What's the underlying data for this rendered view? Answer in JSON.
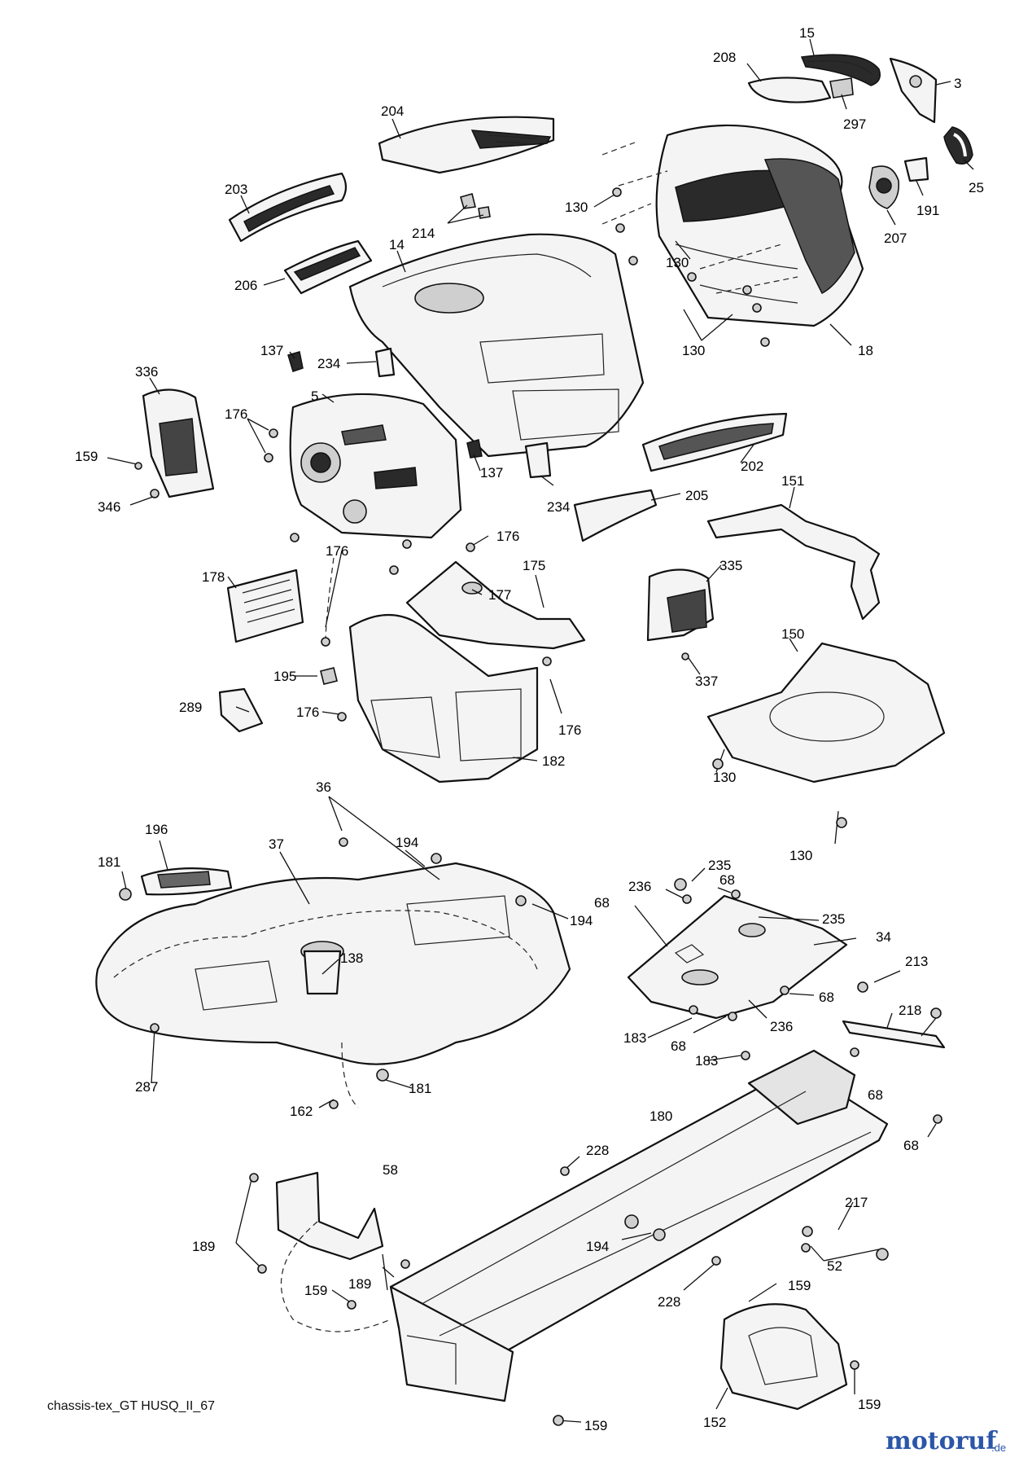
{
  "diagram_name": "chassis-tex_GT HUSQ_II_67",
  "watermark": {
    "brand": "motoruf",
    "suffix": ".de"
  },
  "callouts": {
    "c15": "15",
    "c208": "208",
    "c3": "3",
    "c297": "297",
    "c204": "204",
    "c25": "25",
    "c191": "191",
    "c207": "207",
    "c203": "203",
    "c130a": "130",
    "c214": "214",
    "c14": "14",
    "c130b": "130",
    "c206": "206",
    "c130c": "130",
    "c18": "18",
    "c137a": "137",
    "c234a": "234",
    "c336": "336",
    "c5": "5",
    "c176a": "176",
    "c159a": "159",
    "c137b": "137",
    "c202": "202",
    "c346": "346",
    "c234b": "234",
    "c205": "205",
    "c151": "151",
    "c176b": "176",
    "c176c": "176",
    "c178": "178",
    "c175": "175",
    "c177": "177",
    "c335": "335",
    "c337": "337",
    "c150": "150",
    "c195": "195",
    "c289": "289",
    "c176d": "176",
    "c176e": "176",
    "c182": "182",
    "c130d": "130",
    "c130e": "130",
    "c36": "36",
    "c196": "196",
    "c37": "37",
    "c194a": "194",
    "c181a": "181",
    "c194b": "194",
    "c235a": "235",
    "c236a": "236",
    "c68a": "68",
    "c68b": "68",
    "c235b": "235",
    "c34": "34",
    "c138": "138",
    "c213": "213",
    "c68c": "68",
    "c218": "218",
    "c236b": "236",
    "c183a": "183",
    "c68d": "68",
    "c183b": "183",
    "c68e": "68",
    "c287": "287",
    "c181b": "181",
    "c162": "162",
    "c180": "180",
    "c68f": "68",
    "c228a": "228",
    "c58": "58",
    "c217": "217",
    "c189a": "189",
    "c194c": "194",
    "c52": "52",
    "c189b": "189",
    "c159b": "159",
    "c228b": "228",
    "c159c": "159",
    "c159d": "159",
    "c152": "152",
    "c159e": "159"
  },
  "colors": {
    "line": "#111111",
    "background": "#ffffff",
    "brand": "#2b56a8",
    "part_fill": "#f4f4f4"
  }
}
